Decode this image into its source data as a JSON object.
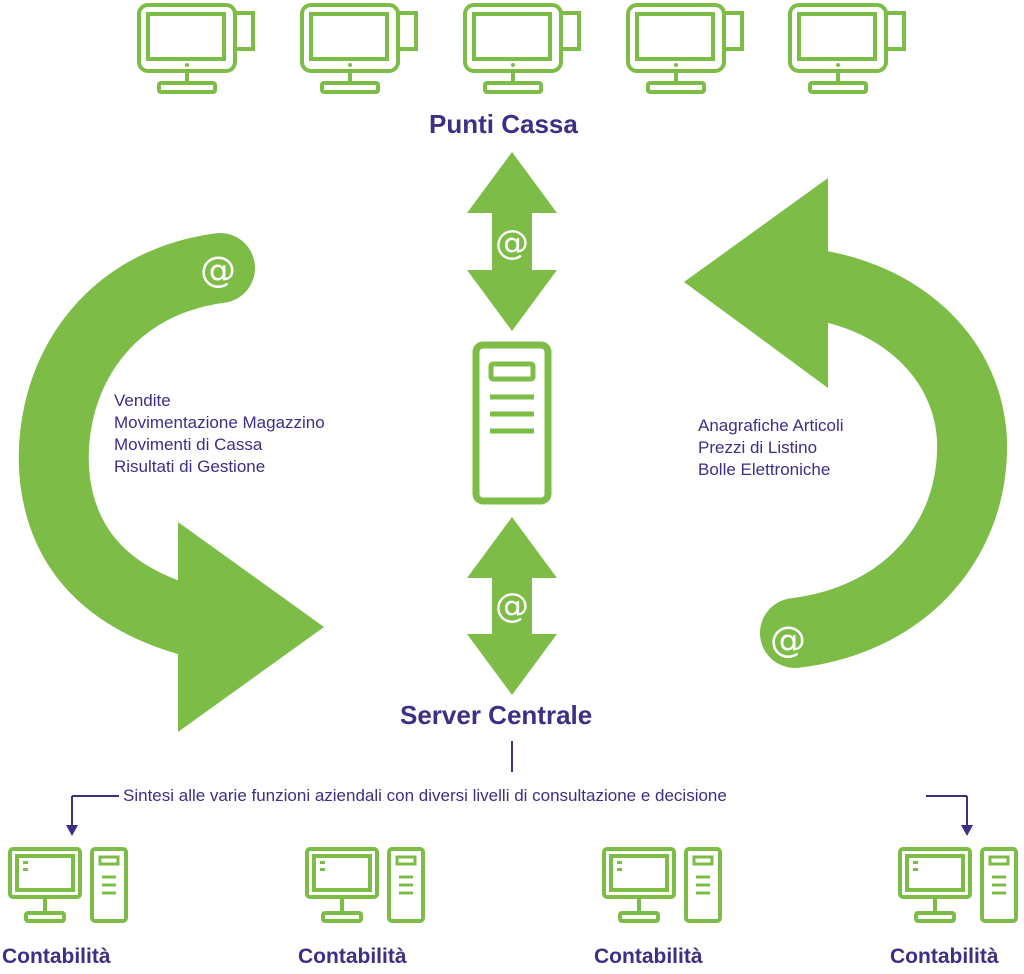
{
  "colors": {
    "green": "#7dbd47",
    "navy": "#3b2f86"
  },
  "icons": {
    "pos_terminal": "pos-monitor-icon",
    "server": "server-tower-icon",
    "workstation": "desktop-computer-icon",
    "at_sign": "at-icon"
  },
  "top": {
    "title": "Punti Cassa",
    "terminal_count": 5
  },
  "center": {
    "title": "Server Centrale",
    "upper_arrow_symbol": "@",
    "lower_arrow_symbol": "@"
  },
  "left_flow": {
    "symbol": "@",
    "items": [
      "Vendite",
      "Movimentazione Magazzino",
      "Movimenti di Cassa",
      "Risultati di Gestione"
    ]
  },
  "right_flow": {
    "symbol": "@",
    "items": [
      "Anagrafiche Articoli",
      "Prezzi di Listino",
      "Bolle Elettroniche"
    ]
  },
  "distribution": {
    "caption": "Sintesi alle varie funzioni aziendali con diversi livelli di consultazione e decisione"
  },
  "accounting": [
    {
      "label": "Contabilità"
    },
    {
      "label": "Contabilità"
    },
    {
      "label": "Contabilità"
    },
    {
      "label": "Contabilità"
    }
  ]
}
